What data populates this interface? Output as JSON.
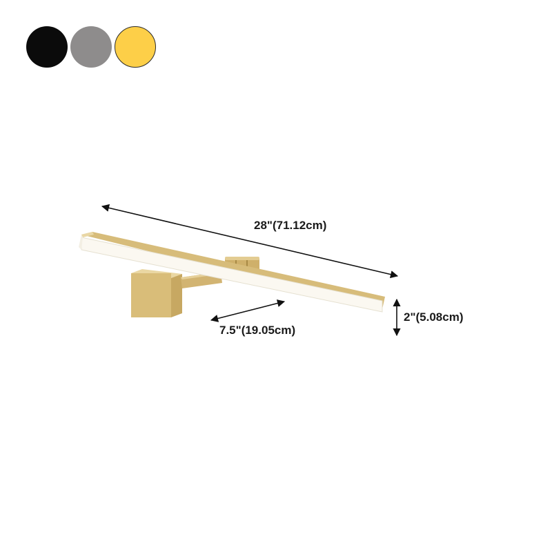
{
  "color_options": [
    {
      "name": "black",
      "color": "#0b0b0b"
    },
    {
      "name": "gray",
      "color": "#8e8c8c"
    },
    {
      "name": "gold",
      "color": "#fdcf48"
    }
  ],
  "product": {
    "finish_color": "#d6bb78",
    "diffuser_color": "#fbf8f1",
    "dimensions": {
      "length": "28\"(71.12cm)",
      "depth": "7.5\"(19.05cm)",
      "height": "2\"(5.08cm)"
    }
  }
}
